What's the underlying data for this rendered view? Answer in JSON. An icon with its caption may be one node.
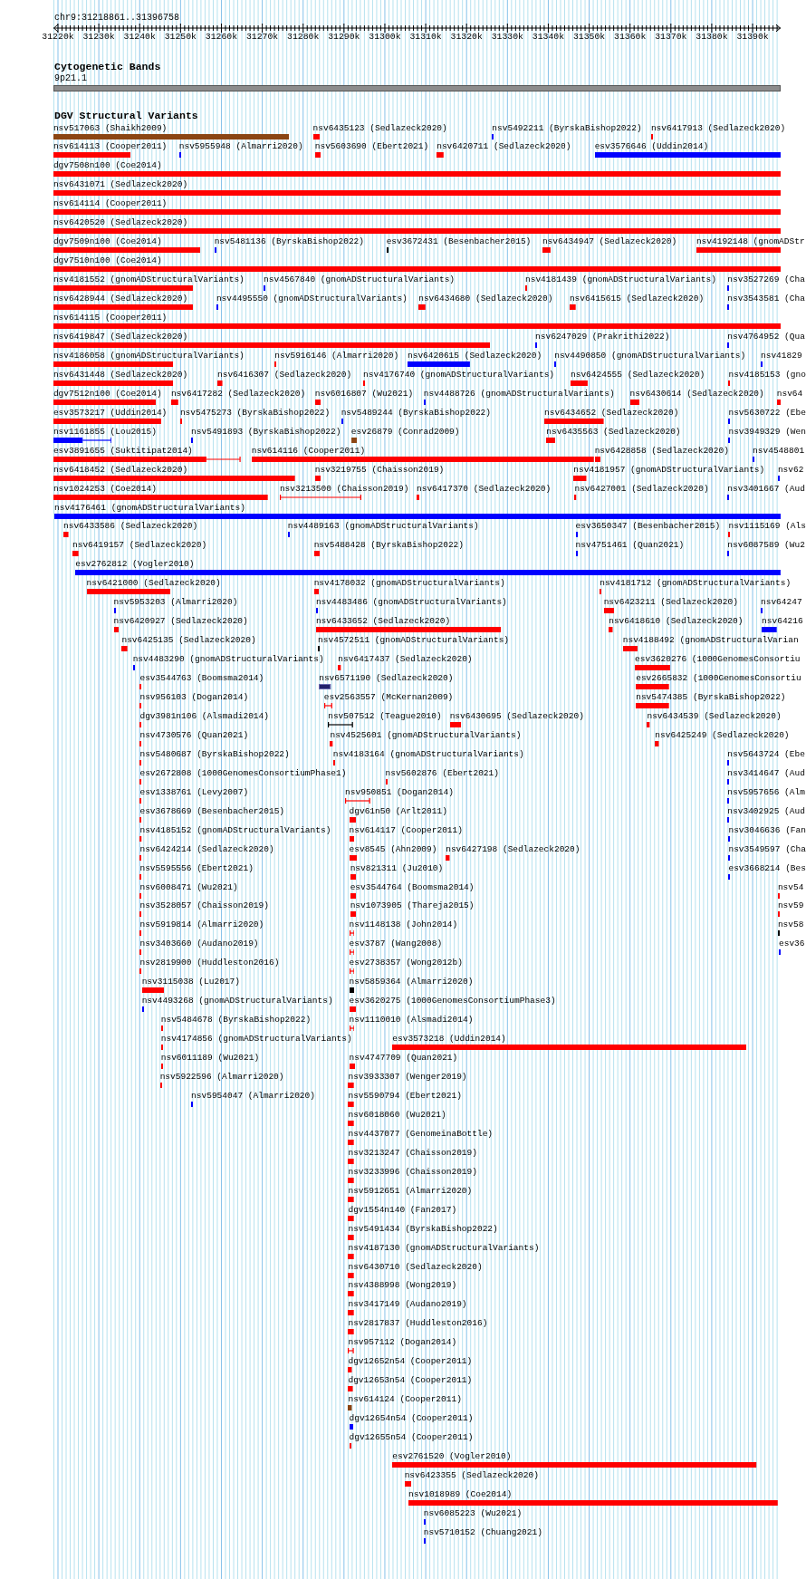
{
  "diagram": {
    "nodes": [
      {
        "text": [
          "nsv517063 (Shaikh2009)"
        ]
      },
      {
        "text": [
          "nsv6435123 (Sedlazeck2020)"
        ]
      },
      {
        "text": [
          "nsv5492211 (ByrskaBishop2022)"
        ]
      },
      {
        "text": [
          "nsv6417913 (Sedlazeck2020)"
        ]
      },
      {
        "text": [
          "nsv614113 (Cooper2011)"
        ]
      },
      {
        "text": [
          "nsv5955948 (Almarri2020)"
        ]
      },
      {
        "text": [
          "nsv5603690 (Ebert2021)"
        ]
      },
      {
        "text": [
          "nsv6420711 (Sedlazeck2020)"
        ]
      },
      {
        "text": [
          "esv3576646 (Uddin2014)"
        ]
      },
      {
        "text": [
          "dgv7508n100 (Coe2014)"
        ]
      },
      {
        "text": [
          "nsv6431071 (Sedlazeck2020)"
        ]
      },
      {
        "text": [
          "nsv614114 (Cooper2011)"
        ]
      },
      {
        "text": [
          "nsv6420520 (Sedlazeck2020)"
        ]
      },
      {
        "text": [
          "dgv7509n100 (Coe2014)"
        ]
      },
      {
        "text": [
          "nsv5481136 (ByrskaBishop2022)"
        ]
      },
      {
        "text": [
          "esv3672431 (Besenbacher2015)"
        ]
      },
      {
        "text": [
          "nsv6434947 (Sedlazeck2020)"
        ]
      },
      {
        "text": [
          "nsv4192148 (gnomADStr"
        ]
      },
      {
        "text": [
          "dgv7510n100 (Coe2014)"
        ]
      },
      {
        "text": [
          "nsv4181552 (gnomADStructuralVariants)"
        ]
      },
      {
        "text": [
          "nsv4567840 (gnomADStructuralVariants)"
        ]
      },
      {
        "text": [
          "nsv4181439 (gnomADStructuralVariants)"
        ]
      },
      {
        "text": [
          "nsv3527269 (Cha"
        ]
      },
      {
        "text": [
          "nsv6428944 (Sedlazeck2020)"
        ]
      },
      {
        "text": [
          "nsv4495550 (gnomADStructuralVariants)"
        ]
      },
      {
        "text": [
          "nsv6434680 (Sedlazeck2020)"
        ]
      },
      {
        "text": [
          "nsv6415615 (Sedlazeck2020)"
        ]
      },
      {
        "text": [
          "nsv3543581 (Cha"
        ]
      },
      {
        "text": [
          "nsv614115 (Cooper2011)"
        ]
      },
      {
        "text": [
          "nsv6419847 (Sedlazeck2020)"
        ]
      },
      {
        "text": [
          "nsv6247029 (Prakrithi2022)"
        ]
      },
      {
        "text": [
          "nsv4764952 (Qua"
        ]
      },
      {
        "text": [
          "nsv4186058 (gnomADStructuralVariants)"
        ]
      },
      {
        "text": [
          "nsv5916146 (Almarri2020)"
        ]
      },
      {
        "text": [
          "nsv6420615 (Sedlazeck2020)"
        ]
      },
      {
        "text": [
          "nsv4490850 (gnomADStructuralVariants)"
        ]
      },
      {
        "text": [
          "nsv41829"
        ]
      },
      {
        "text": [
          "nsv6431448 (Sedlazeck2020)"
        ]
      },
      {
        "text": [
          "nsv6416307 (Sedlazeck2020)"
        ]
      },
      {
        "text": [
          "nsv4176740 (gnomADStructuralVariants)"
        ]
      },
      {
        "text": [
          "nsv6424555 (Sedlazeck2020)"
        ]
      },
      {
        "text": [
          "nsv4185153 (gno"
        ]
      },
      {
        "text": [
          "dgv7512n100 (Coe2014)"
        ]
      },
      {
        "text": [
          "nsv6417282 (Sedlazeck2020)"
        ]
      },
      {
        "text": [
          "nsv6016807 (Wu2021)"
        ]
      },
      {
        "text": [
          "nsv4488726 (gnomADStructuralVariants)"
        ]
      },
      {
        "text": [
          "nsv6430614 (Sedlazeck2020)"
        ]
      },
      {
        "text": [
          "nsv64"
        ]
      },
      {
        "text": [
          "esv3573217 (Uddin2014)"
        ]
      },
      {
        "text": [
          "nsv5475273 (ByrskaBishop2022)"
        ]
      },
      {
        "text": [
          "nsv5489244 (ByrskaBishop2022)"
        ]
      },
      {
        "text": [
          "nsv6434652 (Sedlazeck2020)"
        ]
      },
      {
        "text": [
          "nsv5630722 (Ebe"
        ]
      },
      {
        "text": [
          "nsv1161855 (Lou2015)"
        ]
      },
      {
        "text": [
          "nsv5491893 (ByrskaBishop2022)"
        ]
      },
      {
        "text": [
          "esv26879 (Conrad2009)"
        ]
      },
      {
        "text": [
          "nsv6435563 (Sedlazeck2020)"
        ]
      },
      {
        "text": [
          "nsv3949329 (Wen"
        ]
      },
      {
        "text": [
          "esv3891655 (Suktitipat2014)"
        ]
      },
      {
        "text": [
          "nsv614116 (Cooper2011)"
        ]
      },
      {
        "text": [
          "nsv6428858 (Sedlazeck2020)"
        ]
      },
      {
        "text": [
          "nsv4548801"
        ]
      },
      {
        "text": [
          "nsv6418452 (Sedlazeck2020)"
        ]
      },
      {
        "text": [
          "nsv3219755 (Chaisson2019)"
        ]
      },
      {
        "text": [
          "nsv4181957 (gnomADStructuralVariants)"
        ]
      },
      {
        "text": [
          "nsv62"
        ]
      },
      {
        "text": [
          "nsv1024253 (Coe2014)"
        ]
      },
      {
        "text": [
          "nsv3213500 (Chaisson2019)"
        ]
      },
      {
        "text": [
          "nsv6417370 (Sedlazeck2020)"
        ]
      },
      {
        "text": [
          "nsv6427001 (Sedlazeck2020)"
        ]
      },
      {
        "text": [
          "nsv3401667 (Aud"
        ]
      },
      {
        "text": [
          "nsv4176461 (gnomADStructuralVariants)"
        ]
      },
      {
        "text": [
          "nsv6433586 (Sedlazeck2020)"
        ]
      },
      {
        "text": [
          "nsv4489163 (gnomADStructuralVariants)"
        ]
      },
      {
        "text": [
          "esv3650347 (Besenbacher2015)"
        ]
      },
      {
        "text": [
          "nsv1115169 (Als"
        ]
      },
      {
        "text": [
          "nsv6419157 (Sedlazeck2020)"
        ]
      },
      {
        "text": [
          "nsv5488428 (ByrskaBishop2022)"
        ]
      },
      {
        "text": [
          "nsv4751461 (Quan2021)"
        ]
      },
      {
        "text": [
          "nsv6087589 (Wu2"
        ]
      },
      {
        "text": [
          "esv2762812 (Vogler2010)"
        ]
      },
      {
        "text": [
          "nsv6421000 (Sedlazeck2020)"
        ]
      },
      {
        "text": [
          "nsv4178032 (gnomADStructuralVariants)"
        ]
      },
      {
        "text": [
          "nsv4181712 (gnomADStructuralVariants)"
        ]
      },
      {
        "text": [
          "nsv5953203 (Almarri2020)"
        ]
      },
      {
        "text": [
          "nsv4483486 (gnomADStructuralVariants)"
        ]
      },
      {
        "text": [
          "nsv6423211 (Sedlazeck2020)"
        ]
      },
      {
        "text": [
          "nsv64247"
        ]
      },
      {
        "text": [
          "nsv6420927 (Sedlazeck2020)"
        ]
      },
      {
        "text": [
          "nsv6433652 (Sedlazeck2020)"
        ]
      },
      {
        "text": [
          "nsv6418610 (Sedlazeck2020)"
        ]
      },
      {
        "text": [
          "nsv64216"
        ]
      },
      {
        "text": [
          "nsv6425135 (Sedlazeck2020)"
        ]
      },
      {
        "text": [
          "nsv4572511 (gnomADStructuralVariants)"
        ]
      },
      {
        "text": [
          "nsv4188492 (gnomADStructuralVarian"
        ]
      },
      {
        "text": [
          "nsv4483290 (gnomADStructuralVariants)"
        ]
      },
      {
        "text": [
          "nsv6417437 (Sedlazeck2020)"
        ]
      },
      {
        "text": [
          "esv3620276 (1000GenomesConsortiu"
        ]
      },
      {
        "text": [
          "esv3544763 (Boomsma2014)"
        ]
      },
      {
        "text": [
          "nsv6571190 (Sedlazeck2020)"
        ]
      },
      {
        "text": [
          "esv2665832 (1000GenomesConsortiu"
        ]
      },
      {
        "text": [
          "nsv956103 (Dogan2014)"
        ]
      },
      {
        "text": [
          "esv2563557 (McKernan2009)"
        ]
      },
      {
        "text": [
          "nsv5474385 (ByrskaBishop2022)"
        ]
      },
      {
        "text": [
          "dgv3981n106 (Alsmadi2014)"
        ]
      },
      {
        "text": [
          "nsv507512 (Teague2010)"
        ]
      },
      {
        "text": [
          "nsv6430695 (Sedlazeck2020)"
        ]
      },
      {
        "text": [
          "nsv6434539 (Sedlazeck2020)"
        ]
      },
      {
        "text": [
          "nsv4730576 (Quan2021)"
        ]
      },
      {
        "text": [
          "nsv4525601 (gnomADStructuralVariants)"
        ]
      },
      {
        "text": [
          "nsv6425249 (Sedlazeck2020)"
        ]
      },
      {
        "text": [
          "nsv5480687 (ByrskaBishop2022)"
        ]
      },
      {
        "text": [
          "nsv4183164 (gnomADStructuralVariants)"
        ]
      },
      {
        "text": [
          "nsv5643724 (Ebe"
        ]
      },
      {
        "text": [
          "esv2672808 (1000GenomesConsortiumPhase1)"
        ]
      },
      {
        "text": [
          "nsv5602876 (Ebert2021)"
        ]
      },
      {
        "text": [
          "nsv3414647 (Aud"
        ]
      },
      {
        "text": [
          "esv1338761 (Levy2007)"
        ]
      },
      {
        "text": [
          "nsv950851 (Dogan2014)"
        ]
      },
      {
        "text": [
          "nsv5957656 (Alm"
        ]
      },
      {
        "text": [
          "esv3678669 (Besenbacher2015)"
        ]
      },
      {
        "text": [
          "dgv61n50 (Arlt2011)"
        ]
      },
      {
        "text": [
          "nsv3402925 (Aud"
        ]
      },
      {
        "text": [
          "nsv4185152 (gnomADStructuralVariants)"
        ]
      },
      {
        "text": [
          "nsv614117 (Cooper2011)"
        ]
      },
      {
        "text": [
          "nsv3046636 (Fan"
        ]
      },
      {
        "text": [
          "nsv6424214 (Sedlazeck2020)"
        ]
      },
      {
        "text": [
          "esv8545 (Ahn2009)"
        ]
      },
      {
        "text": [
          "nsv6427198 (Sedlazeck2020)"
        ]
      },
      {
        "text": [
          "nsv3549597 (Cha"
        ]
      },
      {
        "text": [
          "nsv5595556 (Ebert2021)"
        ]
      },
      {
        "text": [
          "nsv821311 (Ju2010)"
        ]
      },
      {
        "text": [
          "esv3668214 (Bes"
        ]
      },
      {
        "text": [
          "nsv6008471 (Wu2021)"
        ]
      },
      {
        "text": [
          "esv3544764 (Boomsma2014)"
        ]
      },
      {
        "text": [
          "nsv54"
        ]
      },
      {
        "text": [
          "nsv3528057 (Chaisson2019)"
        ]
      },
      {
        "text": [
          "nsv1073905 (Thareja2015)"
        ]
      },
      {
        "text": [
          "nsv59"
        ]
      },
      {
        "text": [
          "nsv5919814 (Almarri2020)"
        ]
      },
      {
        "text": [
          "nsv1148138 (John2014)"
        ]
      },
      {
        "text": [
          "nsv58"
        ]
      },
      {
        "text": [
          "nsv3403660 (Audano2019)"
        ]
      },
      {
        "text": [
          "esv3787 (Wang2008)"
        ]
      },
      {
        "text": [
          "esv36"
        ]
      },
      {
        "text": [
          "nsv2819900 (Huddleston2016)"
        ]
      },
      {
        "text": [
          "esv2738357 (Wong2012b)"
        ]
      },
      {
        "text": [
          "nsv3115038 (Lu2017)"
        ]
      },
      {
        "text": [
          "nsv5859364 (Almarri2020)"
        ]
      },
      {
        "text": [
          "nsv4493268 (gnomADStructuralVariants)"
        ]
      },
      {
        "text": [
          "esv3620275 (1000GenomesConsortiumPhase3)"
        ]
      },
      {
        "text": [
          "nsv5484678 (ByrskaBishop2022)"
        ]
      },
      {
        "text": [
          "nsv1110010 (Alsmadi2014)"
        ]
      },
      {
        "text": [
          "nsv4174856 (gnomADStructuralVariants)"
        ]
      },
      {
        "text": [
          "esv3573218 (Uddin2014)"
        ]
      },
      {
        "text": [
          "nsv6011189 (Wu2021)"
        ]
      },
      {
        "text": [
          "nsv4747709 (Quan2021)"
        ]
      },
      {
        "text": [
          "nsv5922596 (Almarri2020)"
        ]
      },
      {
        "text": [
          "nsv3933307 (Wenger2019)"
        ]
      },
      {
        "text": [
          "nsv5954047 (Almarri2020)"
        ]
      },
      {
        "text": [
          "nsv5590794 (Ebert2021)"
        ]
      },
      {
        "text": [
          "nsv6018060 (Wu2021)"
        ]
      },
      {
        "text": [
          "nsv4437077 (GenomeinaBottle)"
        ]
      },
      {
        "text": [
          "nsv3213247 (Chaisson2019)"
        ]
      },
      {
        "text": [
          "nsv3233996 (Chaisson2019)"
        ]
      },
      {
        "text": [
          "nsv5912651 (Almarri2020)"
        ]
      },
      {
        "text": [
          "dgv1554n140 (Fan2017)"
        ]
      },
      {
        "text": [
          "nsv5491434 (ByrskaBishop2022)"
        ]
      },
      {
        "text": [
          "nsv4187130 (gnomADStructuralVariants)"
        ]
      },
      {
        "text": [
          "nsv6430710 (Sedlazeck2020)"
        ]
      },
      {
        "text": [
          "nsv4388998 (Wong2019)"
        ]
      },
      {
        "text": [
          "nsv3417149 (Audano2019)"
        ]
      },
      {
        "text": [
          "nsv2817837 (Huddleston2016)"
        ]
      },
      {
        "text": [
          "nsv957112 (Dogan2014)"
        ]
      },
      {
        "text": [
          "dgv12652n54 (Cooper2011)"
        ]
      },
      {
        "text": [
          "dgv12653n54 (Cooper2011)"
        ]
      },
      {
        "text": [
          "nsv614124 (Cooper2011)"
        ]
      },
      {
        "text": [
          "dgv12654n54 (Cooper2011)"
        ]
      },
      {
        "text": [
          "dgv12655n54 (Cooper2011)"
        ]
      },
      {
        "text": [
          "esv2761520 (Vogler2010)"
        ]
      },
      {
        "text": [
          "nsv6423355 (Sedlazeck2020)"
        ]
      },
      {
        "text": [
          "nsv1018989 (Coe2014)"
        ]
      },
      {
        "text": [
          "nsv6085223 (Wu2021)"
        ]
      },
      {
        "text": [
          "nsv5710152 (Chuang2021)"
        ]
      }
    ],
    "labels": [
      "chr9:31218861..31396758",
      "31220k",
      "31230k",
      "31240k",
      "31250k",
      "31260k",
      "31270k",
      "31280k",
      "31290k",
      "31300k",
      "31310k",
      "31320k",
      "31330k",
      "31340k",
      "31350k",
      "31360k",
      "31370k",
      "31380k",
      "31390k",
      "Cytogenetic Bands",
      "9p21.1",
      "DGV Structural Variants"
    ]
  }
}
